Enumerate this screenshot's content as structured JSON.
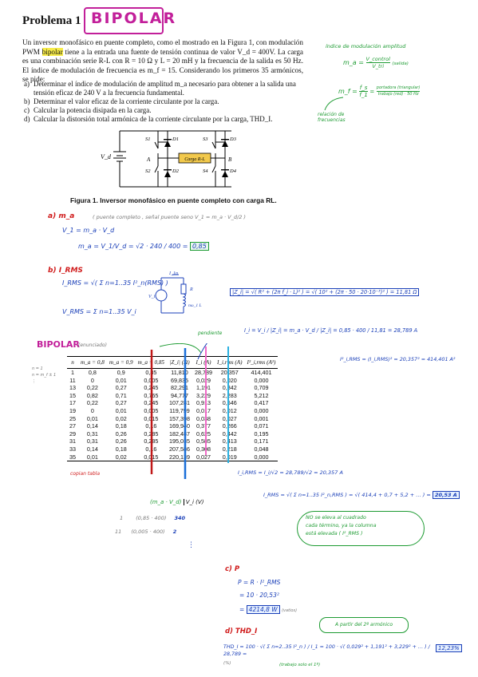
{
  "problem_title": "Problema 1",
  "handwritten_title": "BIPOLAR",
  "intro": {
    "part1": "Un inversor monofásico en puente completo, como el mostrado en la Figura 1, con modulación PWM",
    "highlight": "bipolar",
    "part2": "tiene a la entrada una fuente de tensión continua de valor V_d = 400V. La carga es una combinación serie R-L con R = 10 Ω y L = 20 mH y la frecuencia de la salida es 50 Hz. El índice de modulación de frecuencia es m_f = 15. Considerando los primeros 35 armónicos, se pide:"
  },
  "questions": [
    {
      "key": "a)",
      "text": "Determinar el índice de modulación de amplitud m_a necesario para obtener a la salida una tensión eficaz de 240 V a la frecuencia fundamental."
    },
    {
      "key": "b)",
      "text": "Determinar el valor eficaz de la corriente circulante por la carga."
    },
    {
      "key": "c)",
      "text": "Calcular la potencia disipada en la carga."
    },
    {
      "key": "d)",
      "text": "Calcular la distorsión total armónica de la corriente circulante por la carga, THD_I."
    }
  ],
  "side_notes": {
    "ma_title": "índice de modulación amplitud",
    "ma_formula_lhs": "m_a =",
    "ma_formula_num": "V_control",
    "ma_formula_den": "V_tri",
    "ma_formula_note": "(salida)",
    "mf_lhs": "m_f =",
    "mf_num": "f_s",
    "mf_den": "f_1",
    "mf_rhs_num": "portadora (triangular)",
    "mf_rhs_den": "trabajo (red) · 50 Hz",
    "mf_label_1": "relación de",
    "mf_label_2": "frecuencias"
  },
  "figure": {
    "caption": "Figura 1. Inversor monofásico en puente completo con carga RL.",
    "vd": "V_d",
    "node_a": "A",
    "node_b": "B",
    "load": "Carga R-L",
    "switches": [
      "S1",
      "S2",
      "S3",
      "S4"
    ],
    "diodes": [
      "D1",
      "D2",
      "D3",
      "D4"
    ]
  },
  "part_a": {
    "label": "a) m_a",
    "note": "( puente completo , señal puente  seno   V_1 = m_a · V_d/2 )",
    "line1": "V_1 = m_a · V_d",
    "line2": "m_a = V_1/V_d = √2 · 240 / 400 =",
    "result": "0,85"
  },
  "part_b": {
    "label": "b) I_RMS",
    "irms_formula": "I_RMS = √( Σ n=1..35  I²_n(RMS) )",
    "vrms_formula": "V_RMS = Σ n=1..35  V_i",
    "circuit_labels": [
      "I_1n",
      "R",
      "V_i",
      "nω_1 L"
    ],
    "z_formula": "|Z_i| = √( R² + (2π f_i · L)² ) = √( 10² + (2π · 50 · 20·10⁻³)² ) = 11,81 Ω",
    "i_formula": "I_i = V_i / |Z_i| = m_a · V_d / |Z_i| = 0,85 · 400 / 11,81 = 28,789 A",
    "i_rms_sq": "I²_i,RMS = (I_i,RMS)² = 20,357² = 414,401 A²",
    "bipolar_note": "BIPOLAR",
    "bipolar_sub": "(enunciado)",
    "pendiente": "pendiente",
    "copy_note": "copian tabla",
    "margin_notes": [
      "n = 1",
      "n = m_f ± 1",
      "⋮"
    ]
  },
  "harmonic_table": {
    "headers": [
      "n",
      "m_a = 0,8",
      "m_a = 0,9",
      "m_a = 0,85",
      "|Z_i| (Ω)",
      "I_i (A)",
      "I_i,rms (A)",
      "I²_i,rms (A²)"
    ],
    "rows": [
      [
        "1",
        "0,8",
        "0,9",
        "0,85",
        "11,810",
        "28,789",
        "20,357",
        "414,401"
      ],
      [
        "11",
        "0",
        "0,01",
        "0,005",
        "69,835",
        "0,029",
        "0,020",
        "0,000"
      ],
      [
        "13",
        "0,22",
        "0,27",
        "0,245",
        "82,291",
        "1,191",
        "0,842",
        "0,709"
      ],
      [
        "15",
        "0,82",
        "0,71",
        "0,765",
        "94,777",
        "3,229",
        "2,283",
        "5,212"
      ],
      [
        "17",
        "0,22",
        "0,27",
        "0,245",
        "107,281",
        "0,913",
        "0,646",
        "0,417"
      ],
      [
        "19",
        "0",
        "0,01",
        "0,005",
        "119,799",
        "0,017",
        "0,012",
        "0,000"
      ],
      [
        "25",
        "0,01",
        "0,02",
        "0,015",
        "157,398",
        "0,038",
        "0,027",
        "0,001"
      ],
      [
        "27",
        "0,14",
        "0,18",
        "0,16",
        "169,940",
        "0,377",
        "0,266",
        "0,071"
      ],
      [
        "29",
        "0,31",
        "0,26",
        "0,285",
        "182,487",
        "0,625",
        "0,442",
        "0,195"
      ],
      [
        "31",
        "0,31",
        "0,26",
        "0,285",
        "195,035",
        "0,585",
        "0,413",
        "0,171"
      ],
      [
        "33",
        "0,14",
        "0,18",
        "0,16",
        "207,586",
        "0,308",
        "0,218",
        "0,048"
      ],
      [
        "35",
        "0,01",
        "0,02",
        "0,015",
        "220,139",
        "0,027",
        "0,019",
        "0,000"
      ]
    ]
  },
  "below_table": {
    "vi_header_1": "(m_a · V_d)",
    "vi_header_2": "V_i (V)",
    "row1_n": "1",
    "row1_calc": "(0,85 · 400)",
    "row1_val": "340",
    "row2_n": "11",
    "row2_calc": "(0,005 · 400)",
    "row2_val": "2",
    "ellipsis": "⋮",
    "irms_i": "I_i,RMS = I_i/√2 = 28,789/√2 = 20,357 A",
    "irms_total": "I_RMS = √( Σ n=1..35 I²_n,RMS ) = √( 414,4 + 0,7 + 5,2 + … ) =",
    "irms_result": "20,53 A",
    "green_note_1": "NO se eleva al cuadrado",
    "green_note_2": "cada término, ya la columna",
    "green_note_3": "está elevada ( I²_RMS )"
  },
  "part_c": {
    "label": "c) P",
    "line1": "P = R · I²_RMS",
    "line2": "= 10 · 20,53²",
    "result": "4214,8 W",
    "unit_note": "(vatios)"
  },
  "part_d": {
    "label": "d) THD_I",
    "bubble": "A partir del 2º armónico",
    "formula": "THD_I = 100 · √( Σ n=2..35 I²_n ) / I_1 = 100 · √( 0,029² + 1,191² + 3,229² + … ) / 28,789 =",
    "i1_note": "(trabajo solo el 1º)",
    "pct": "(%)",
    "result": "12,23%"
  }
}
